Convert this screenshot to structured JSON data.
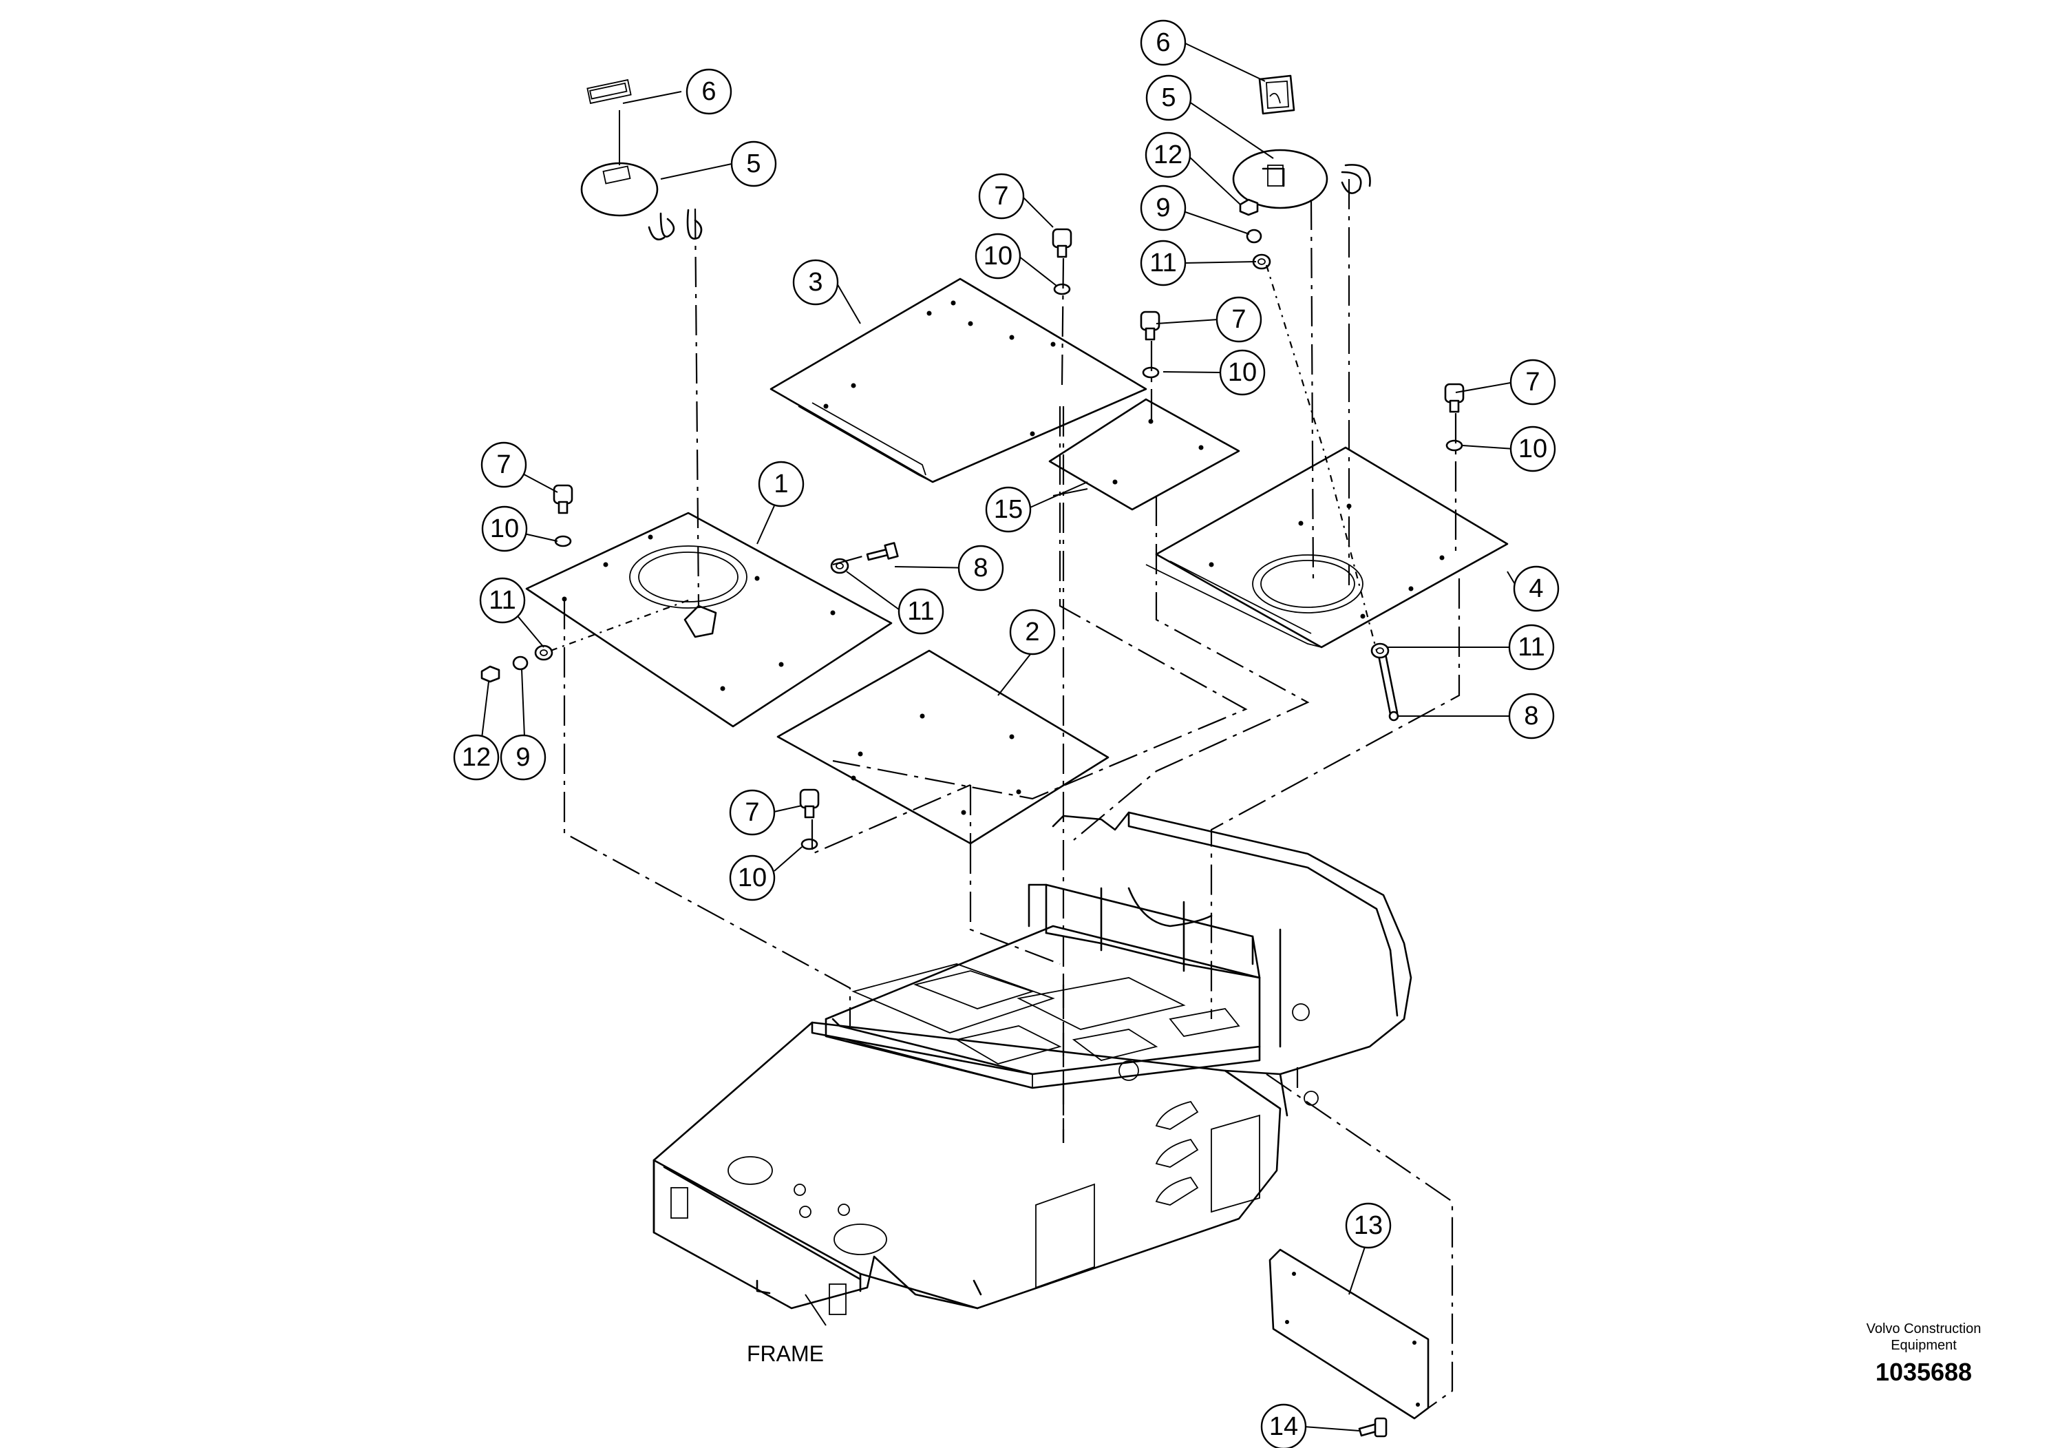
{
  "callouts": [
    {
      "number": "6"
    },
    {
      "number": "5"
    },
    {
      "number": "7"
    },
    {
      "number": "10"
    },
    {
      "number": "3"
    },
    {
      "number": "6"
    },
    {
      "number": "5"
    },
    {
      "number": "12"
    },
    {
      "number": "9"
    },
    {
      "number": "11"
    },
    {
      "number": "7"
    },
    {
      "number": "10"
    },
    {
      "number": "7"
    },
    {
      "number": "10"
    },
    {
      "number": "1"
    },
    {
      "number": "8"
    },
    {
      "number": "11"
    },
    {
      "number": "11"
    },
    {
      "number": "12"
    },
    {
      "number": "9"
    },
    {
      "number": "15"
    },
    {
      "number": "4"
    },
    {
      "number": "11"
    },
    {
      "number": "8"
    },
    {
      "number": "2"
    },
    {
      "number": "7"
    },
    {
      "number": "10"
    },
    {
      "number": "13"
    },
    {
      "number": "14"
    },
    {
      "number": "7"
    },
    {
      "number": "10"
    }
  ],
  "frame_label": "FRAME",
  "brand_line1": "Volvo Construction",
  "brand_line2": "Equipment",
  "drawing_number": "1035688"
}
